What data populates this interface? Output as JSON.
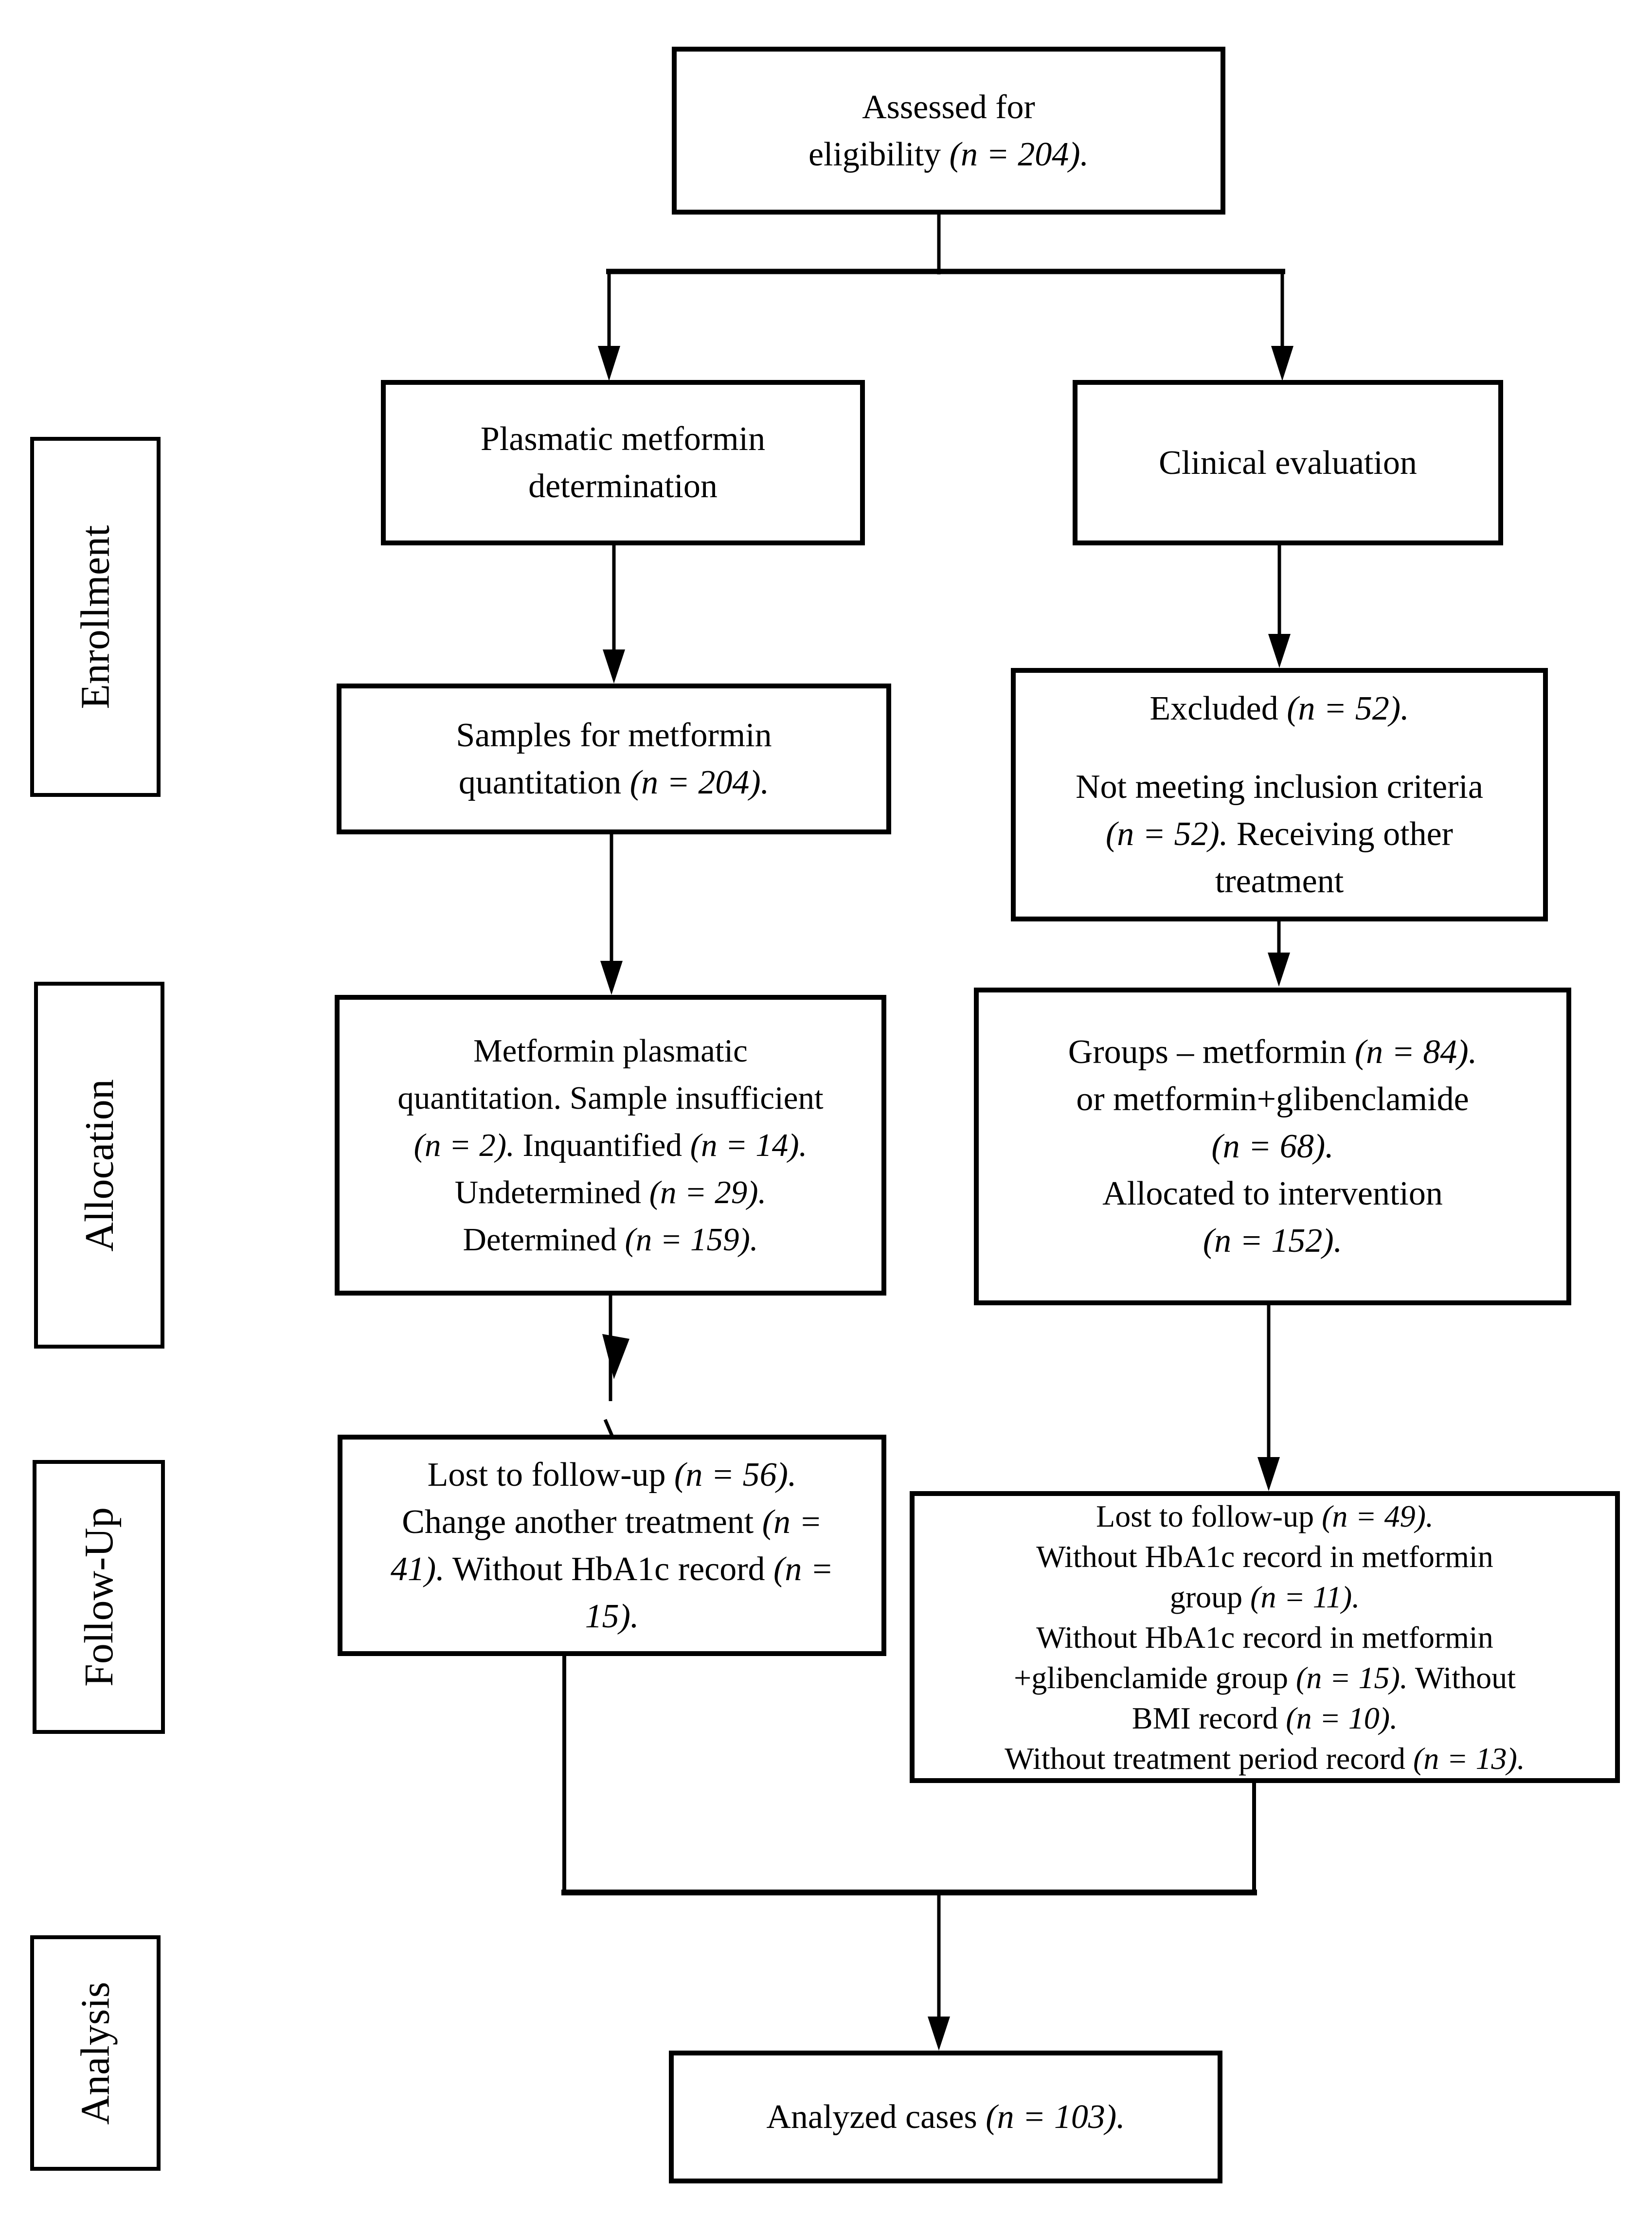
{
  "figure": {
    "type": "consort-flow-diagram",
    "colors": {
      "line": "#000000",
      "background": "#ffffff"
    },
    "stages": [
      {
        "label": "Enrollment"
      },
      {
        "label": "Allocation"
      },
      {
        "label": "Follow-Up"
      },
      {
        "label": "Analysis"
      }
    ],
    "boxes": {
      "assessed": {
        "segments": [
          {
            "t": "Assessed for"
          },
          {
            "br": true
          },
          {
            "t": "eligibility "
          },
          {
            "t": "(n = 204).",
            "i": true
          }
        ]
      },
      "plasmatic": {
        "segments": [
          {
            "t": "Plasmatic metformin"
          },
          {
            "br": true
          },
          {
            "t": "determination"
          }
        ]
      },
      "clinical": {
        "segments": [
          {
            "t": "Clinical evaluation"
          }
        ]
      },
      "samples": {
        "segments": [
          {
            "t": "Samples for metformin"
          },
          {
            "br": true
          },
          {
            "t": "quantitation "
          },
          {
            "t": "(n = 204).",
            "i": true
          }
        ]
      },
      "excluded": {
        "p1": [
          {
            "t": "Excluded "
          },
          {
            "t": "(n = 52).",
            "i": true
          }
        ],
        "p2": [
          {
            "t": "Not meeting inclusion criteria"
          },
          {
            "br": true
          },
          {
            "t": "(n = 52).",
            "i": true
          },
          {
            "t": " Receiving other"
          },
          {
            "br": true
          },
          {
            "t": "treatment"
          }
        ]
      },
      "alloc_left": {
        "segments": [
          {
            "t": "Metformin plasmatic"
          },
          {
            "br": true
          },
          {
            "t": "quantitation. Sample insufficient"
          },
          {
            "br": true
          },
          {
            "t": "(n = 2).",
            "i": true
          },
          {
            "t": " Inquantified "
          },
          {
            "t": "(n = 14).",
            "i": true
          },
          {
            "br": true
          },
          {
            "t": "Undetermined "
          },
          {
            "t": "(n = 29).",
            "i": true
          },
          {
            "br": true
          },
          {
            "t": "Determined "
          },
          {
            "t": "(n = 159).",
            "i": true
          }
        ]
      },
      "alloc_right": {
        "segments": [
          {
            "t": "Groups – metformin "
          },
          {
            "t": "(n = 84).",
            "i": true
          },
          {
            "br": true
          },
          {
            "t": "or metformin+glibenclamide"
          },
          {
            "br": true
          },
          {
            "t": "(n = 68).",
            "i": true
          },
          {
            "br": true
          },
          {
            "t": "Allocated to intervention"
          },
          {
            "br": true
          },
          {
            "t": "(n = 152).",
            "i": true
          }
        ]
      },
      "fu_left": {
        "segments": [
          {
            "t": "Lost to follow-up "
          },
          {
            "t": "(n = 56).",
            "i": true
          },
          {
            "br": true
          },
          {
            "t": "Change another treatment "
          },
          {
            "t": "(n =",
            "i": true
          },
          {
            "br": true
          },
          {
            "t": "41).",
            "i": true
          },
          {
            "t": " Without HbA1c record "
          },
          {
            "t": "(n =",
            "i": true
          },
          {
            "br": true
          },
          {
            "t": "15).",
            "i": true
          }
        ]
      },
      "fu_right": {
        "segments": [
          {
            "t": "Lost to follow-up "
          },
          {
            "t": "(n = 49).",
            "i": true
          },
          {
            "br": true
          },
          {
            "t": "Without HbA1c record in metformin"
          },
          {
            "br": true
          },
          {
            "t": "group "
          },
          {
            "t": "(n = 11).",
            "i": true
          },
          {
            "br": true
          },
          {
            "t": "Without HbA1c record in metformin"
          },
          {
            "br": true
          },
          {
            "t": "+glibenclamide group "
          },
          {
            "t": "(n = 15).",
            "i": true
          },
          {
            "t": " Without"
          },
          {
            "br": true
          },
          {
            "t": "BMI record "
          },
          {
            "t": "(n = 10).",
            "i": true
          },
          {
            "br": true
          },
          {
            "t": "Without treatment period record "
          },
          {
            "t": "(n = 13).",
            "i": true
          }
        ]
      },
      "analyzed": {
        "segments": [
          {
            "t": "Analyzed cases "
          },
          {
            "t": "(n = 103).",
            "i": true
          }
        ]
      }
    }
  }
}
